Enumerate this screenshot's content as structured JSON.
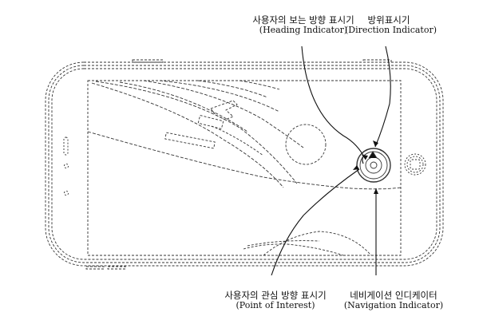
{
  "labels": {
    "heading_indicator": {
      "korean": "사용자의 보는 방향 표시기",
      "english": "(Heading Indicator)"
    },
    "direction_indicator": {
      "korean": "방위표시기",
      "english": "(Direction Indicator)"
    },
    "point_of_interest": {
      "korean": "사용자의 관심 방향 표시기",
      "english": "(Point of Interest)"
    },
    "navigation_indicator": {
      "korean": "네비게이션 인디케이터",
      "english": "(Navigation Indicator)"
    }
  }
}
